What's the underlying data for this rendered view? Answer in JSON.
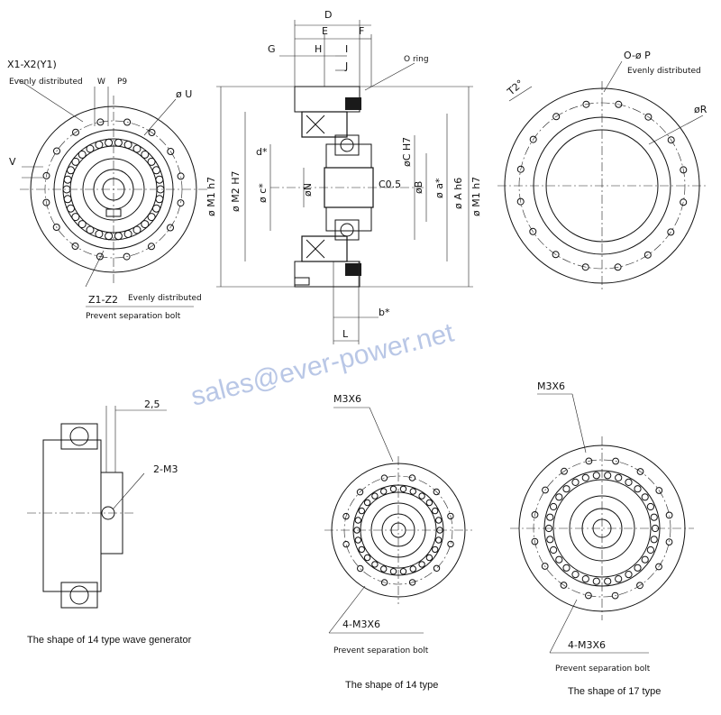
{
  "watermark": "sales@ever-power.net",
  "front_view": {
    "x1_label": "X1-X2(Y1)",
    "x1_note": "Evenly distributed",
    "w_label": "W",
    "p9_label": "P9",
    "u_label": "ø U",
    "v_label": "V",
    "z_label": "Z1-Z2",
    "z_note": "Evenly distributed",
    "z_caption": "Prevent separation bolt"
  },
  "section_view": {
    "d_label": "D",
    "e_label": "E",
    "f_label": "F",
    "g_label": "G",
    "h_label": "H",
    "i_label": "I",
    "j_label": "J",
    "oring_label": "O ring",
    "m1_label": "ø M1 h7",
    "m2_label": "ø M2 H7",
    "c_label": "ø c*",
    "d_small_label": "d*",
    "n_label": "øN",
    "ch_label": "øC H7",
    "c05_label": "C0.5",
    "b_label": "øB",
    "a_label": "ø a*",
    "ah6_label": "ø A h6",
    "m1r_label": "ø M1 h7",
    "b_small_label": "b*",
    "l_label": "L"
  },
  "rear_view": {
    "o_label": "O-ø P",
    "o_note": "Evenly distributed",
    "t2_label": "T2°",
    "r_label": "øR"
  },
  "wave_generator": {
    "dim_label": "2,5",
    "thread_label": "2-M3",
    "caption": "The shape of 14 type wave generator"
  },
  "type14": {
    "top_label": "M3X6",
    "bolt_label": "4-M3X6",
    "bolt_caption": "Prevent separation bolt",
    "caption": "The shape of 14 type"
  },
  "type17": {
    "top_label": "M3X6",
    "bolt_label": "4-M3X6",
    "bolt_caption": "Prevent separation bolt",
    "caption": "The shape of 17 type"
  }
}
